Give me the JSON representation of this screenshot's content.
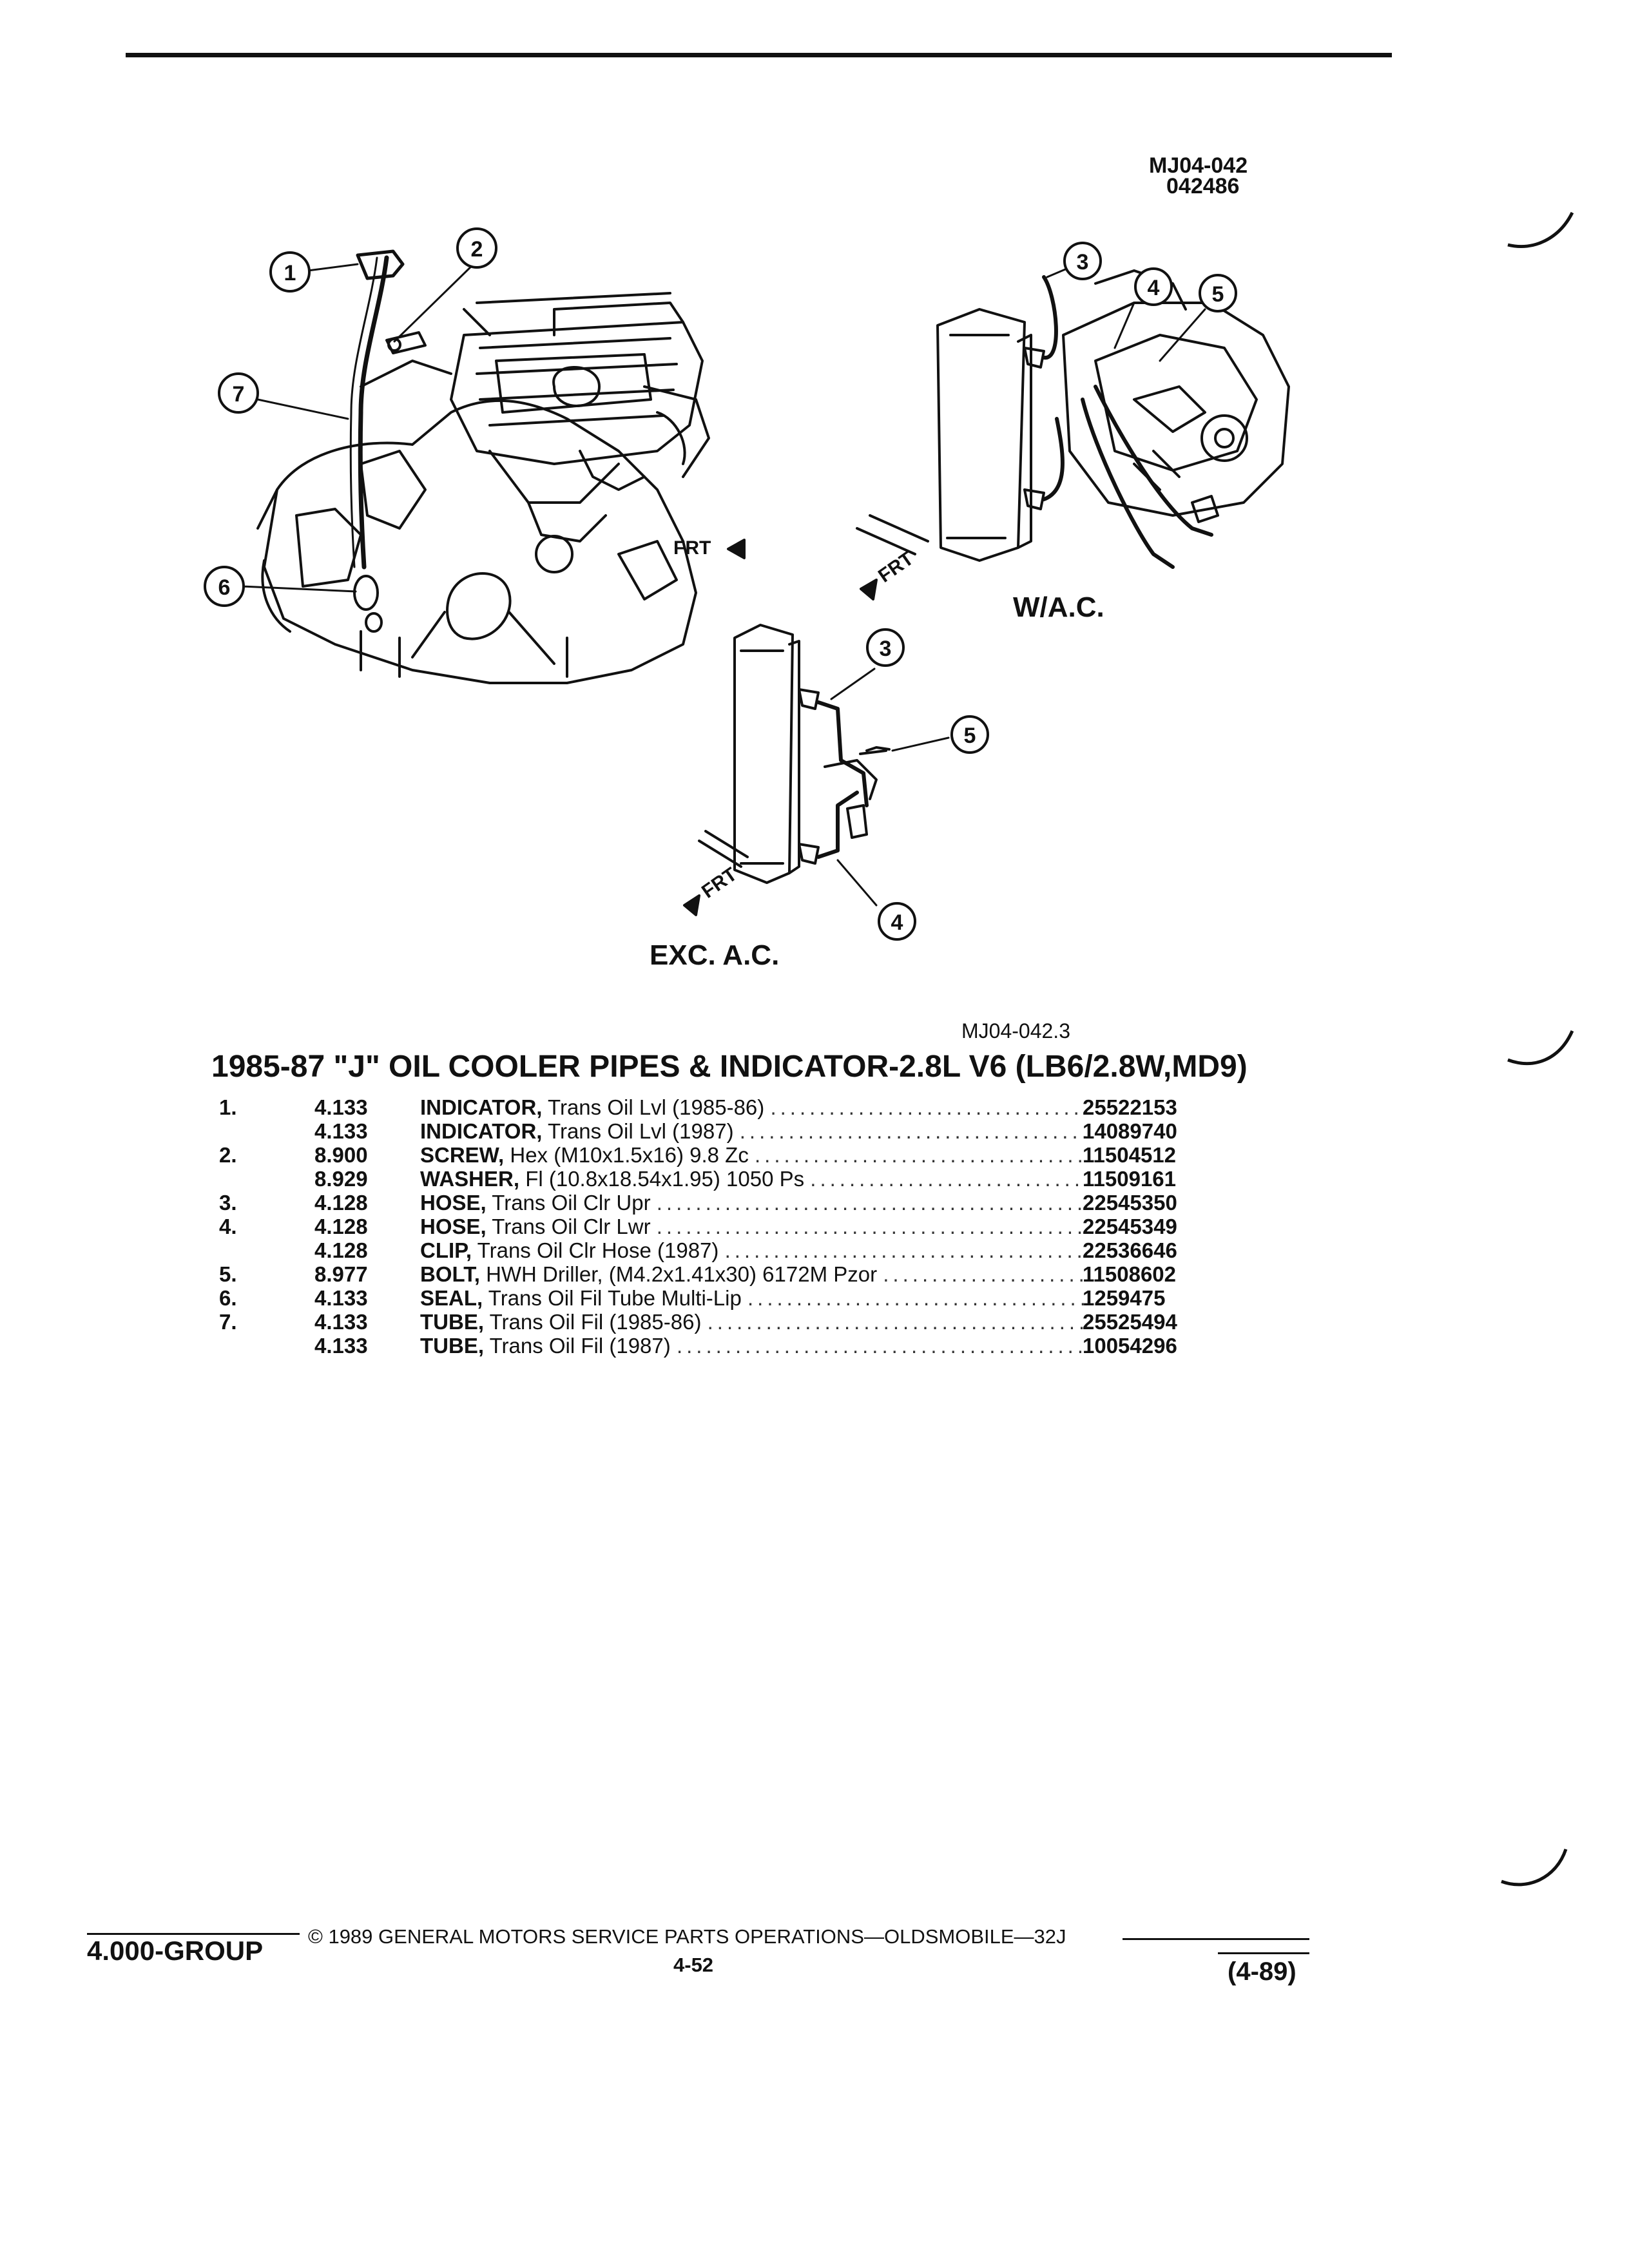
{
  "header": {
    "illustration_code": "MJ04-042",
    "illustration_date": "042486"
  },
  "diagram": {
    "callouts": [
      "1",
      "2",
      "3",
      "4",
      "5",
      "6",
      "7",
      "3",
      "5",
      "4"
    ],
    "frt_label": "FRT",
    "wac_label": "W/A.C.",
    "exc_ac_label": "EXC. A.C.",
    "caption_code": "MJ04-042.3"
  },
  "title": "1985-87 \"J\" OIL COOLER PIPES & INDICATOR-2.8L V6 (LB6/2.8W,MD9)",
  "parts": [
    {
      "item": "1.",
      "group": "4.133",
      "name": "INDICATOR,",
      "desc": "Trans Oil Lvl (1985-86)",
      "part": "25522153"
    },
    {
      "item": "",
      "group": "4.133",
      "name": "INDICATOR,",
      "desc": "Trans Oil Lvl (1987)",
      "part": "14089740"
    },
    {
      "item": "2.",
      "group": "8.900",
      "name": "SCREW,",
      "desc": "Hex (M10x1.5x16) 9.8 Zc",
      "part": "11504512"
    },
    {
      "item": "",
      "group": "8.929",
      "name": "WASHER,",
      "desc": "Fl (10.8x18.54x1.95) 1050 Ps",
      "part": "11509161"
    },
    {
      "item": "3.",
      "group": "4.128",
      "name": "HOSE,",
      "desc": "Trans Oil Clr Upr",
      "part": "22545350"
    },
    {
      "item": "4.",
      "group": "4.128",
      "name": "HOSE,",
      "desc": "Trans Oil Clr Lwr",
      "part": "22545349"
    },
    {
      "item": "",
      "group": "4.128",
      "name": "CLIP,",
      "desc": "Trans Oil Clr Hose (1987)",
      "part": "22536646"
    },
    {
      "item": "5.",
      "group": "8.977",
      "name": "BOLT,",
      "desc": "HWH Driller, (M4.2x1.41x30) 6172M Pzor",
      "part": "11508602"
    },
    {
      "item": "6.",
      "group": "4.133",
      "name": "SEAL,",
      "desc": "Trans Oil Fil Tube Multi-Lip",
      "part": "1259475"
    },
    {
      "item": "7.",
      "group": "4.133",
      "name": "TUBE,",
      "desc": "Trans Oil Fil (1985-86)",
      "part": "25525494"
    },
    {
      "item": "",
      "group": "4.133",
      "name": "TUBE,",
      "desc": "Trans Oil Fil (1987)",
      "part": "10054296"
    }
  ],
  "footer": {
    "group": "4.000-GROUP",
    "copyright": "© 1989 GENERAL MOTORS SERVICE PARTS OPERATIONS—OLDSMOBILE—32J",
    "page": "4-52",
    "revision": "(4-89)"
  }
}
